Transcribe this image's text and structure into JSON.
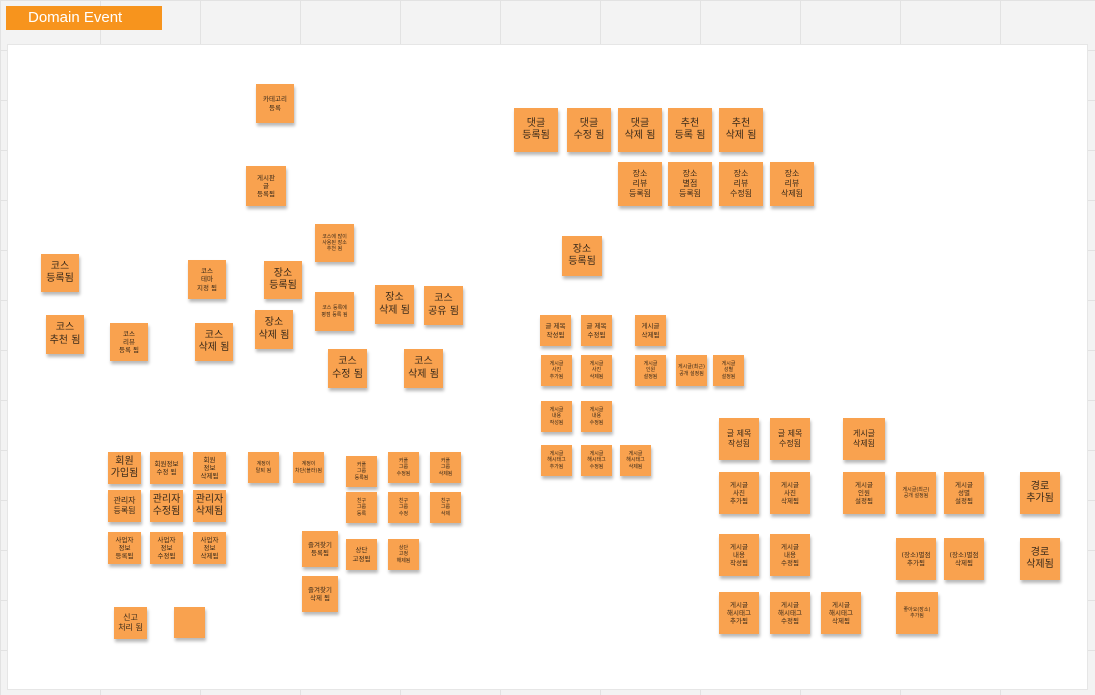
{
  "frame": {
    "title": "Domain Event"
  },
  "notes": {
    "category_registered": "카테고리\n등록",
    "board_registered": "게시판\n글\n등록됨",
    "course_place_recommended": "코스에 많이\n사용된 장소\n추천 됨",
    "course_registered": "코스\n등록됨",
    "course_theme_designated": "코스\n테마\n지정 됨",
    "place_registered_1": "장소\n등록됨",
    "course_recommended": "코스\n추천 됨",
    "course_review_registered": "코스\n리뷰\n등록 됨",
    "course_deleted_1": "코스\n삭제 됨",
    "place_deleted_1": "장소\n삭제 됨",
    "course_place_rating_registered": "코스 등록에\n평점 등록 됨",
    "place_deleted_2": "장소\n삭제 됨",
    "course_shared": "코스\n공유 됨",
    "course_modified": "코스\n수정 됨",
    "course_deleted_2": "코스\n삭제 됨",
    "comment_registered": "댓글\n등록됨",
    "comment_modified": "댓글\n수정 됨",
    "comment_deleted": "댓글\n삭제 됨",
    "recommend_registered": "추천\n등록 됨",
    "recommend_deleted": "추천\n삭제 됨",
    "place_review_registered": "장소\n리뷰\n등록됨",
    "place_rating_registered": "장소\n별점\n등록됨",
    "place_review_modified": "장소\n리뷰\n수정됨",
    "place_review_deleted": "장소\n리뷰\n삭제됨",
    "place_registered_2": "장소\n등록됨",
    "post_title_written_a": "글 제목\n작성됨",
    "post_title_modified_a": "글 제목\n수정됨",
    "post_deleted_a": "게시글\n삭제됨",
    "post_photo_added_a": "게시글\n사진\n추가됨",
    "post_photo_deleted_a": "게시글\n사진\n삭제됨",
    "post_people_set_a": "게시글\n인원\n설정됨",
    "post_small_a": "게시글(최근)\n공개 설정됨",
    "post_gender_set_a": "게시글\n성별\n설정됨",
    "post_content_written_a": "게시글\n내용\n작성됨",
    "post_content_modified_a": "게시글\n내용\n수정됨",
    "post_hashtag_added_a": "게시글\n해시태그\n추가됨",
    "post_hashtag_modified_a": "게시글\n해시태그\n수정됨",
    "post_hashtag_deleted_a": "게시글\n해시태그\n삭제됨",
    "post_title_written_b": "글 제목\n작성됨",
    "post_title_modified_b": "글 제목\n수정됨",
    "post_deleted_b": "게시글\n삭제됨",
    "post_photo_added_b": "게시글\n사진\n추가됨",
    "post_photo_deleted_b": "게시글\n사진\n삭제됨",
    "post_people_set_b": "게시글\n인원\n설정됨",
    "post_public_set_b": "게시글(최근)\n공개 설정됨",
    "post_gender_set_b": "게시글\n성별\n설정됨",
    "route_added": "경로\n추가됨",
    "post_content_written_b": "게시글\n내용\n작성됨",
    "post_content_modified_b": "게시글\n내용\n수정됨",
    "place_rating_added": "(장소)별점\n추가됨",
    "place_rating_deleted": "(장소)별점\n삭제됨",
    "route_deleted": "경로\n삭제됨",
    "post_hashtag_added_b": "게시글\n해시태그\n추가됨",
    "post_hashtag_modified_b": "게시글\n해시태그\n수정됨",
    "post_hashtag_deleted_b": "게시글\n해시태그\n삭제됨",
    "small_note_b": "좋아요(장소)\n추가됨",
    "member_joined": "회원\n가입됨",
    "member_info_modified": "회원정보\n수정 됨",
    "member_info_deleted": "회원\n정보\n삭제됨",
    "account_blocked": "계정이\n탈퇴 됨",
    "account_small": "계정이\n차단(블라)됨",
    "friend_group_registered": "커플\n그룹\n등록됨",
    "friend_group_modified": "커플\n그룹\n수정됨",
    "friend_group_deleted": "커플\n그룹\n삭제됨",
    "admin_registered": "관리자\n등록됨",
    "admin_modified": "관리자\n수정됨",
    "admin_deleted": "관리자\n삭제됨",
    "friend_registered": "친구\n그룹\n등록",
    "friend_modified": "친구\n그룹\n수정",
    "friend_deleted": "친구\n그룹\n삭제",
    "business_info_registered": "사업자\n정보\n등록됨",
    "business_info_modified": "사업자\n정보\n수정됨",
    "business_info_deleted": "사업자\n정보\n삭제됨",
    "favorite_registered": "즐겨찾기\n등록됨",
    "status_fixed": "상단\n고정됨",
    "status_unfixed": "상단\n고정\n해제됨",
    "favorite_deleted": "즐겨찾기\n삭제 됨",
    "report_processed": "신고\n처리 됨",
    "blank": ""
  }
}
